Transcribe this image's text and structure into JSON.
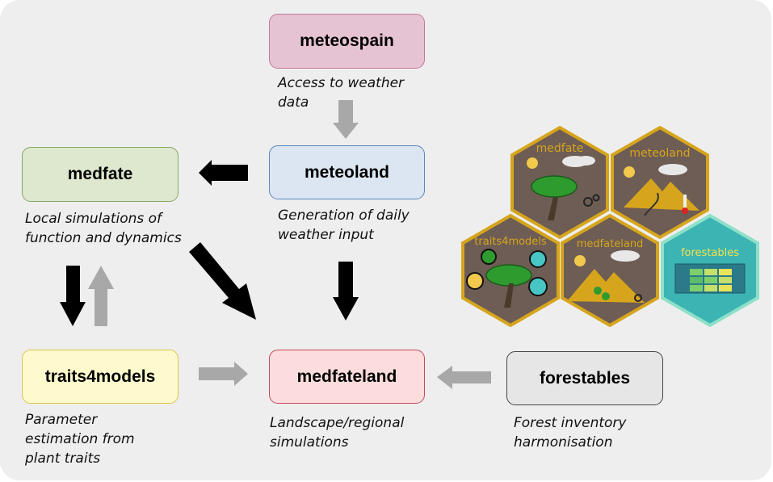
{
  "packages": {
    "meteospain": {
      "name": "meteospain",
      "desc": "Access to weather\ndata",
      "fill": "#e6c3d3",
      "border": "#c07a98"
    },
    "meteoland": {
      "name": "meteoland",
      "desc": "Generation of daily\nweather input",
      "fill": "#dce6f2",
      "border": "#5a86be"
    },
    "medfate": {
      "name": "medfate",
      "desc": "Local simulations of\nfunction and dynamics",
      "fill": "#dde8cf",
      "border": "#85a862"
    },
    "medfateland": {
      "name": "medfateland",
      "desc": "Landscape/regional\nsimulations",
      "fill": "#fcdcdc",
      "border": "#c04b5a"
    },
    "traits4models": {
      "name": "traits4models",
      "desc": "Parameter\nestimation from\nplant traits",
      "fill": "#fffacd",
      "border": "#e0c34a"
    },
    "forestables": {
      "name": "forestables",
      "desc": "Forest inventory\nharmonisation",
      "fill": "#e6e6e6",
      "border": "#444444"
    }
  },
  "hex_logos": [
    {
      "label": "medfate",
      "fill": "#6e5d54",
      "border": "#d6a51c",
      "label_color": "#d6a51c"
    },
    {
      "label": "meteoland",
      "fill": "#6e5d54",
      "border": "#d6a51c",
      "label_color": "#d6a51c"
    },
    {
      "label": "traits4models",
      "fill": "#6e5d54",
      "border": "#d6a51c",
      "label_color": "#d6a51c"
    },
    {
      "label": "medfateland",
      "fill": "#6e5d54",
      "border": "#d6a51c",
      "label_color": "#d6a51c"
    },
    {
      "label": "forestables",
      "fill": "#3cb4b4",
      "border": "#8ee0c8",
      "label_color": "#f5e04a"
    }
  ],
  "colors": {
    "black_arrow": "#000000",
    "grey_arrow": "#a8a8a8"
  }
}
